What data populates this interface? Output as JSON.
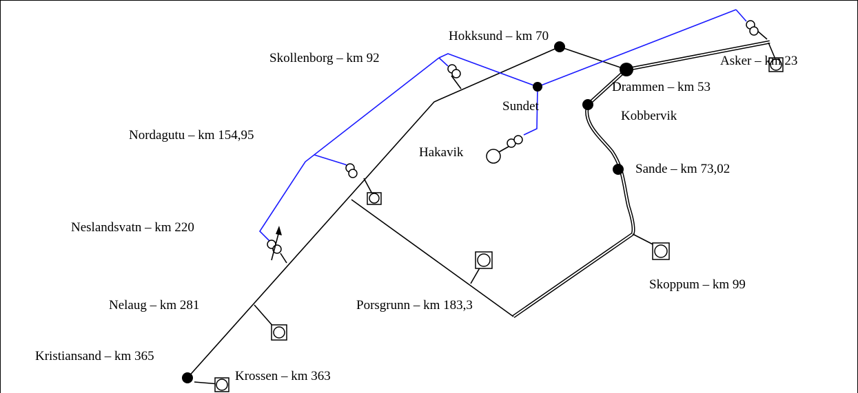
{
  "labels": {
    "hokksund": "Hokksund – km 70",
    "skollenborg": "Skollenborg – km 92",
    "asker": "Asker – km 23",
    "drammen": "Drammen – km 53",
    "sundet": "Sundet",
    "kobbervik": "Kobbervik",
    "nordagutu": "Nordagutu – km 154,95",
    "hakavik": "Hakavik",
    "sande": "Sande – km 73,02",
    "neslandsvatn": "Neslandsvatn – km  220",
    "skoppum": "Skoppum – km  99",
    "nelaug": "Nelaug – km 281",
    "porsgrunn": "Porsgrunn – km 183,3",
    "kristiansand": "Kristiansand – km 365",
    "krossen": "Krossen – km  363"
  },
  "colors": {
    "line": "#000000",
    "blue_line": "#1a1aff",
    "background": "#ffffff"
  }
}
